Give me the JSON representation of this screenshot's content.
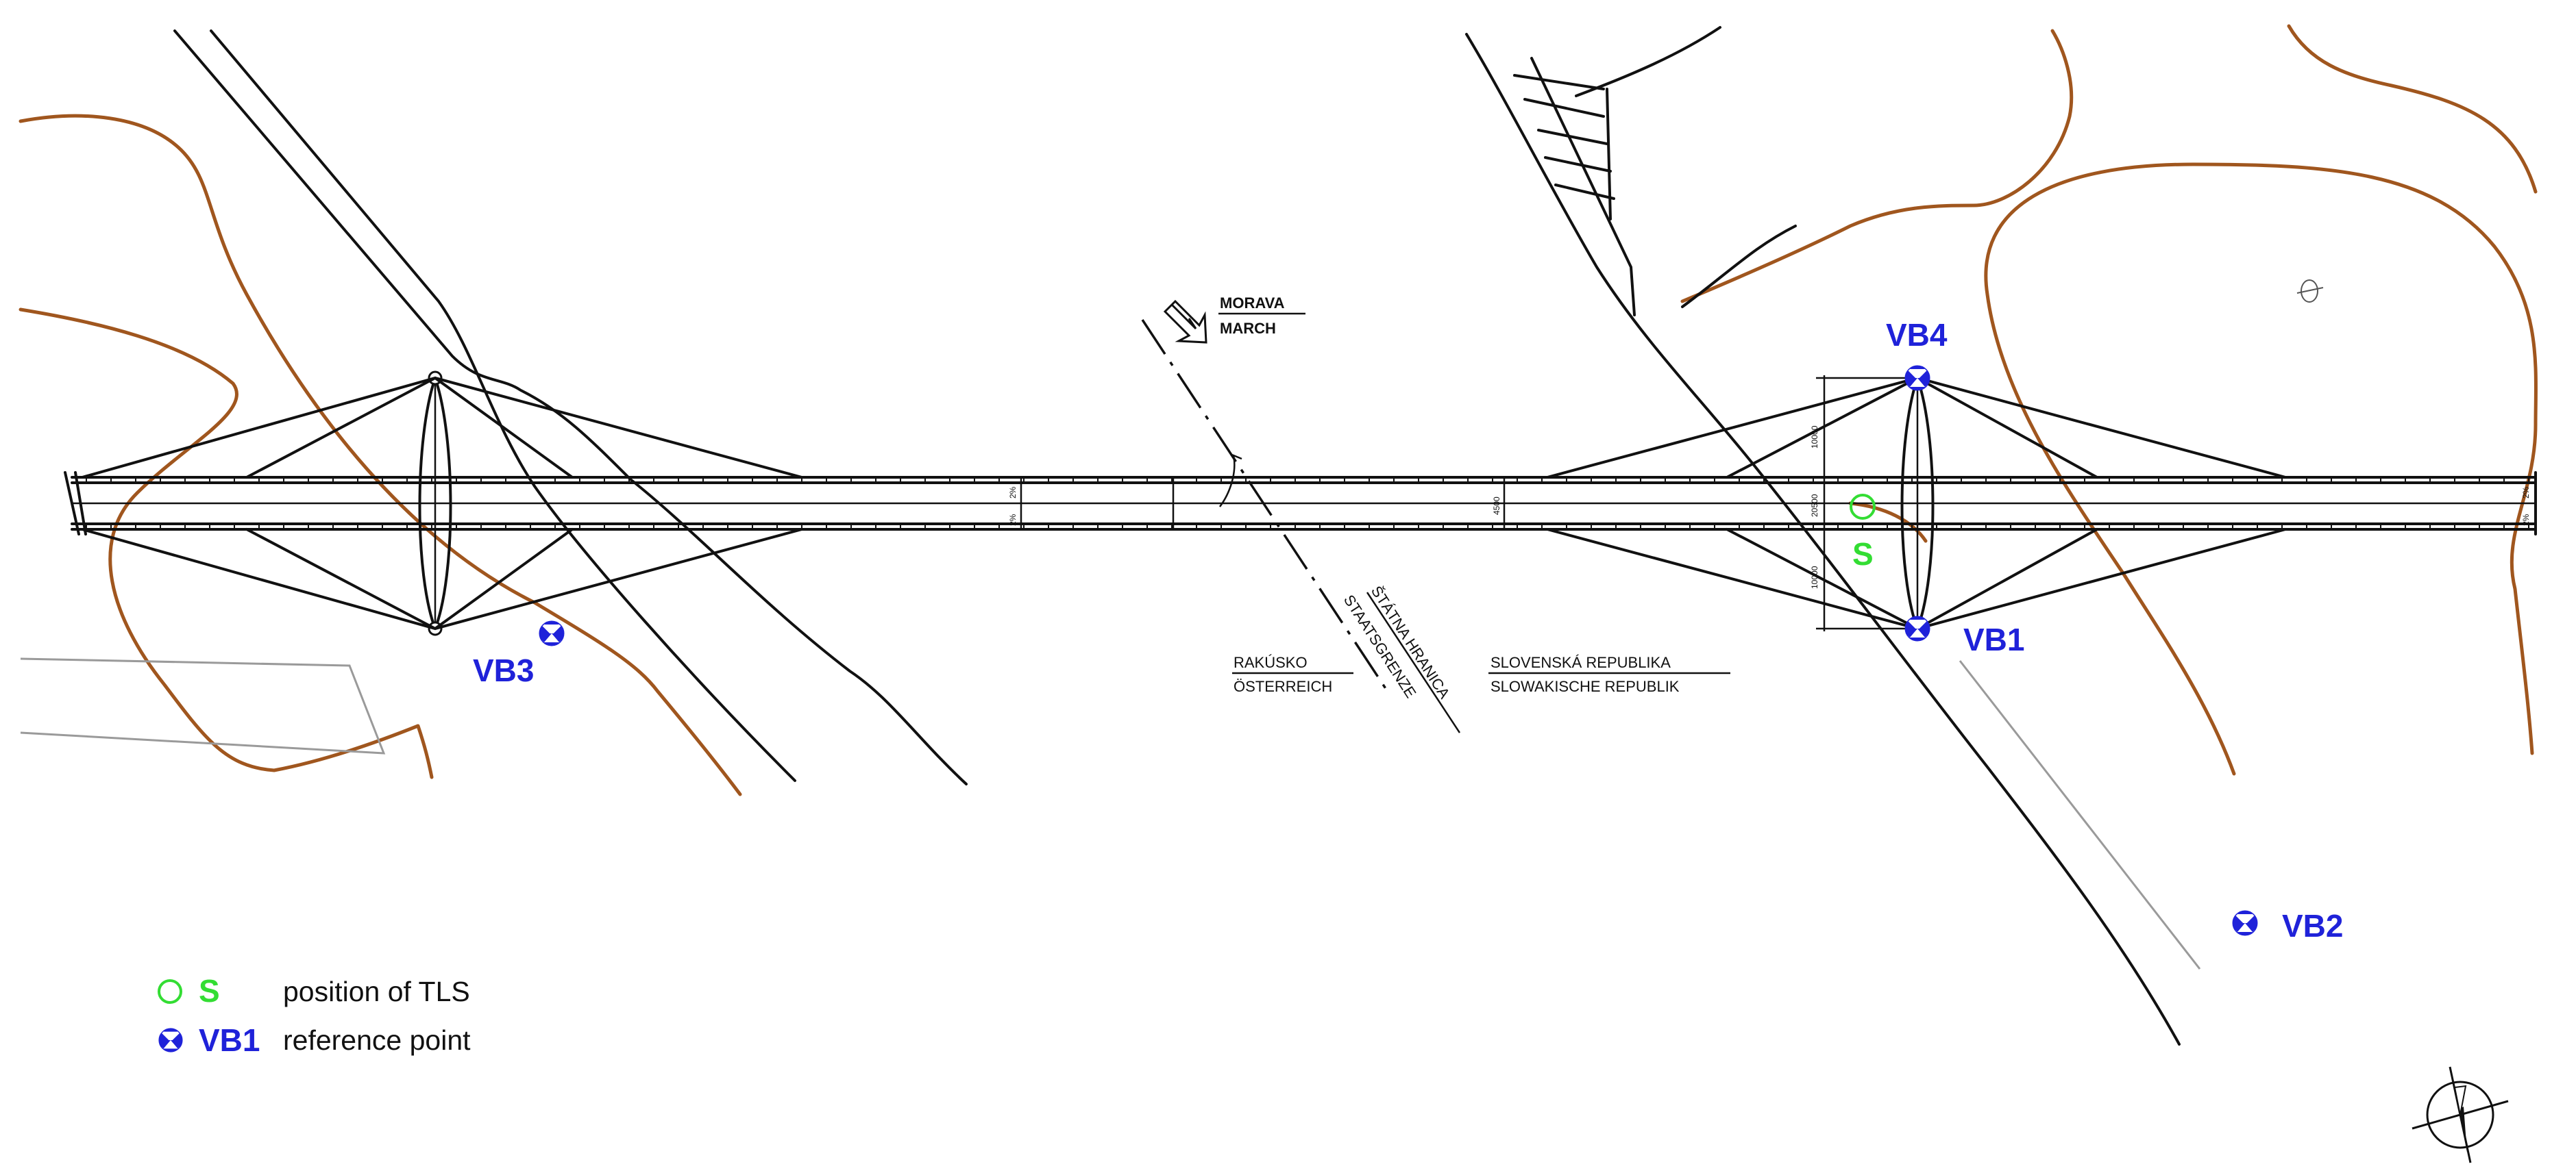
{
  "colors": {
    "line": "#111111",
    "terrain": "#a0561e",
    "reference": "#1f22d9",
    "station": "#33dd33",
    "grey": "#9a9a9a"
  },
  "river": {
    "name_sk": "MORAVA",
    "name_de": "MARCH"
  },
  "border": {
    "label_sk": "ŠTÁTNA HRANICA",
    "label_de": "STAATSGRENZE"
  },
  "countries": {
    "left_sk": "RAKÚSKO",
    "left_de": "ÖSTERREICH",
    "right_sk": "SLOVENSKÁ REPUBLIKA",
    "right_de": "SLOWAKISCHE REPUBLIK"
  },
  "slope_label": "2%",
  "dimensions": {
    "upper": "10000",
    "middle": "20500",
    "lower": "10000",
    "deck_width": "4500"
  },
  "points": {
    "station": "S",
    "vb1": "VB1",
    "vb2": "VB2",
    "vb3": "VB3",
    "vb4": "VB4"
  },
  "legend": {
    "station_symbol": "S",
    "station_text": "position of TLS",
    "reference_symbol": "VB1",
    "reference_text": "reference point"
  },
  "icons": {
    "reference": "reference-point-icon",
    "station": "tls-station-icon",
    "north": "north-arrow-icon",
    "river": "flow-direction-icon"
  }
}
